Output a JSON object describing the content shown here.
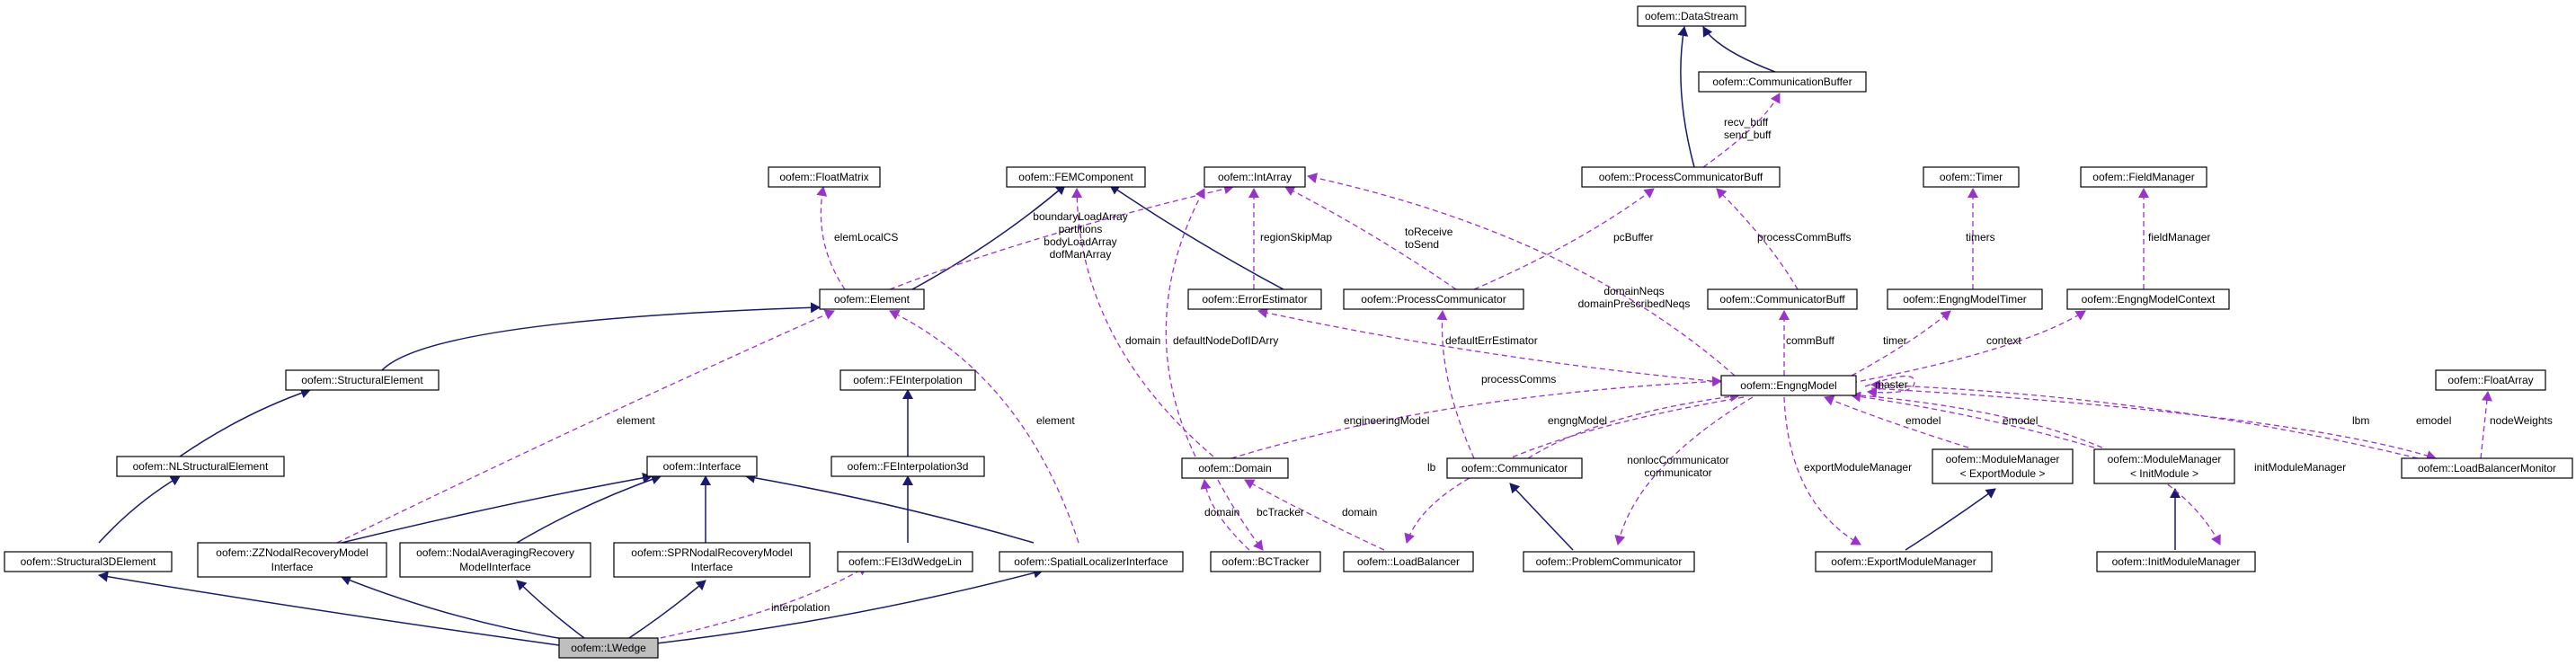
{
  "colors": {
    "inheritance": "#191970",
    "usage": "#9a32cd",
    "focus_fill": "#bfbfbf"
  },
  "nodes": {
    "datastream": "oofem::DataStream",
    "communicationbuffer": "oofem::CommunicationBuffer",
    "processcommunicatorbuff": "oofem::ProcessCommunicatorBuff",
    "floatmatrix": "oofem::FloatMatrix",
    "femcomponent": "oofem::FEMComponent",
    "intarray": "oofem::IntArray",
    "timer": "oofem::Timer",
    "fieldmanager": "oofem::FieldManager",
    "element": "oofem::Element",
    "errorestimator": "oofem::ErrorEstimator",
    "processcommunicator": "oofem::ProcessCommunicator",
    "communicatorbuff": "oofem::CommunicatorBuff",
    "engngmodeltimer": "oofem::EngngModelTimer",
    "engngmodelcontext": "oofem::EngngModelContext",
    "structuralelement": "oofem::StructuralElement",
    "feinterpolation": "oofem::FEInterpolation",
    "engngmodel": "oofem::EngngModel",
    "floatarray": "oofem::FloatArray",
    "nlstructuralelement": "oofem::NLStructuralElement",
    "interface": "oofem::Interface",
    "feinterpolation3d": "oofem::FEInterpolation3d",
    "domain": "oofem::Domain",
    "communicator": "oofem::Communicator",
    "modulemanager_export": [
      "oofem::ModuleManager",
      "< ExportModule >"
    ],
    "modulemanager_init": [
      "oofem::ModuleManager",
      "< InitModule >"
    ],
    "loadbalancermonitor": "oofem::LoadBalancerMonitor",
    "structural3delement": "oofem::Structural3DElement",
    "zznodal": [
      "oofem::ZZNodalRecoveryModel",
      "Interface"
    ],
    "nodalaveraging": [
      "oofem::NodalAveragingRecovery",
      "ModelInterface"
    ],
    "sprnodal": [
      "oofem::SPRNodalRecoveryModel",
      "Interface"
    ],
    "fei3dwedgelin": "oofem::FEI3dWedgeLin",
    "spatiallocalizer": "oofem::SpatialLocalizerInterface",
    "bctracker": "oofem::BCTracker",
    "loadbalancer": "oofem::LoadBalancer",
    "problemcommunicator": "oofem::ProblemCommunicator",
    "exportmodulemanager": "oofem::ExportModuleManager",
    "initmodulemanager": "oofem::InitModuleManager",
    "lwedge": "oofem::LWedge"
  },
  "edge_labels": {
    "recv_send_buff": [
      "recv_buff",
      "send_buff"
    ],
    "elem_local_cs": "elemLocalCS",
    "element_intarrays": [
      "boundaryLoadArray",
      "partitions",
      "bodyLoadArray",
      "dofManArray"
    ],
    "region_skip_map": "regionSkipMap",
    "to_receive_send": [
      "toReceive",
      "toSend"
    ],
    "pc_buffer": "pcBuffer",
    "process_comm_buffs": "processCommBuffs",
    "timers": "timers",
    "field_manager": "fieldManager",
    "domain_neqs": [
      "domainNeqs",
      "domainPrescribedNeqs"
    ],
    "domain": "domain",
    "default_node_dof": "defaultNodeDofIDArry",
    "default_err_estimator": "defaultErrEstimator",
    "comm_buff": "commBuff",
    "timer": "timer",
    "context": "context",
    "master": "master",
    "element_left": "element",
    "element_right": "element",
    "engineering_model": "engineeringModel",
    "process_comms": "processComms",
    "engng_model": "engngModel",
    "lb": "lb",
    "nonloc_comm": [
      "nonlocCommunicator",
      "communicator"
    ],
    "export_module_manager": "exportModuleManager",
    "emodel_export": "emodel",
    "emodel_init": "emodel",
    "init_module_manager": "initModuleManager",
    "lbm": "lbm",
    "emodel_lbm": "emodel",
    "node_weights": "nodeWeights",
    "domain_bc": "domain",
    "bc_tracker": "bcTracker",
    "domain_lb": "domain",
    "interpolation": "interpolation"
  }
}
